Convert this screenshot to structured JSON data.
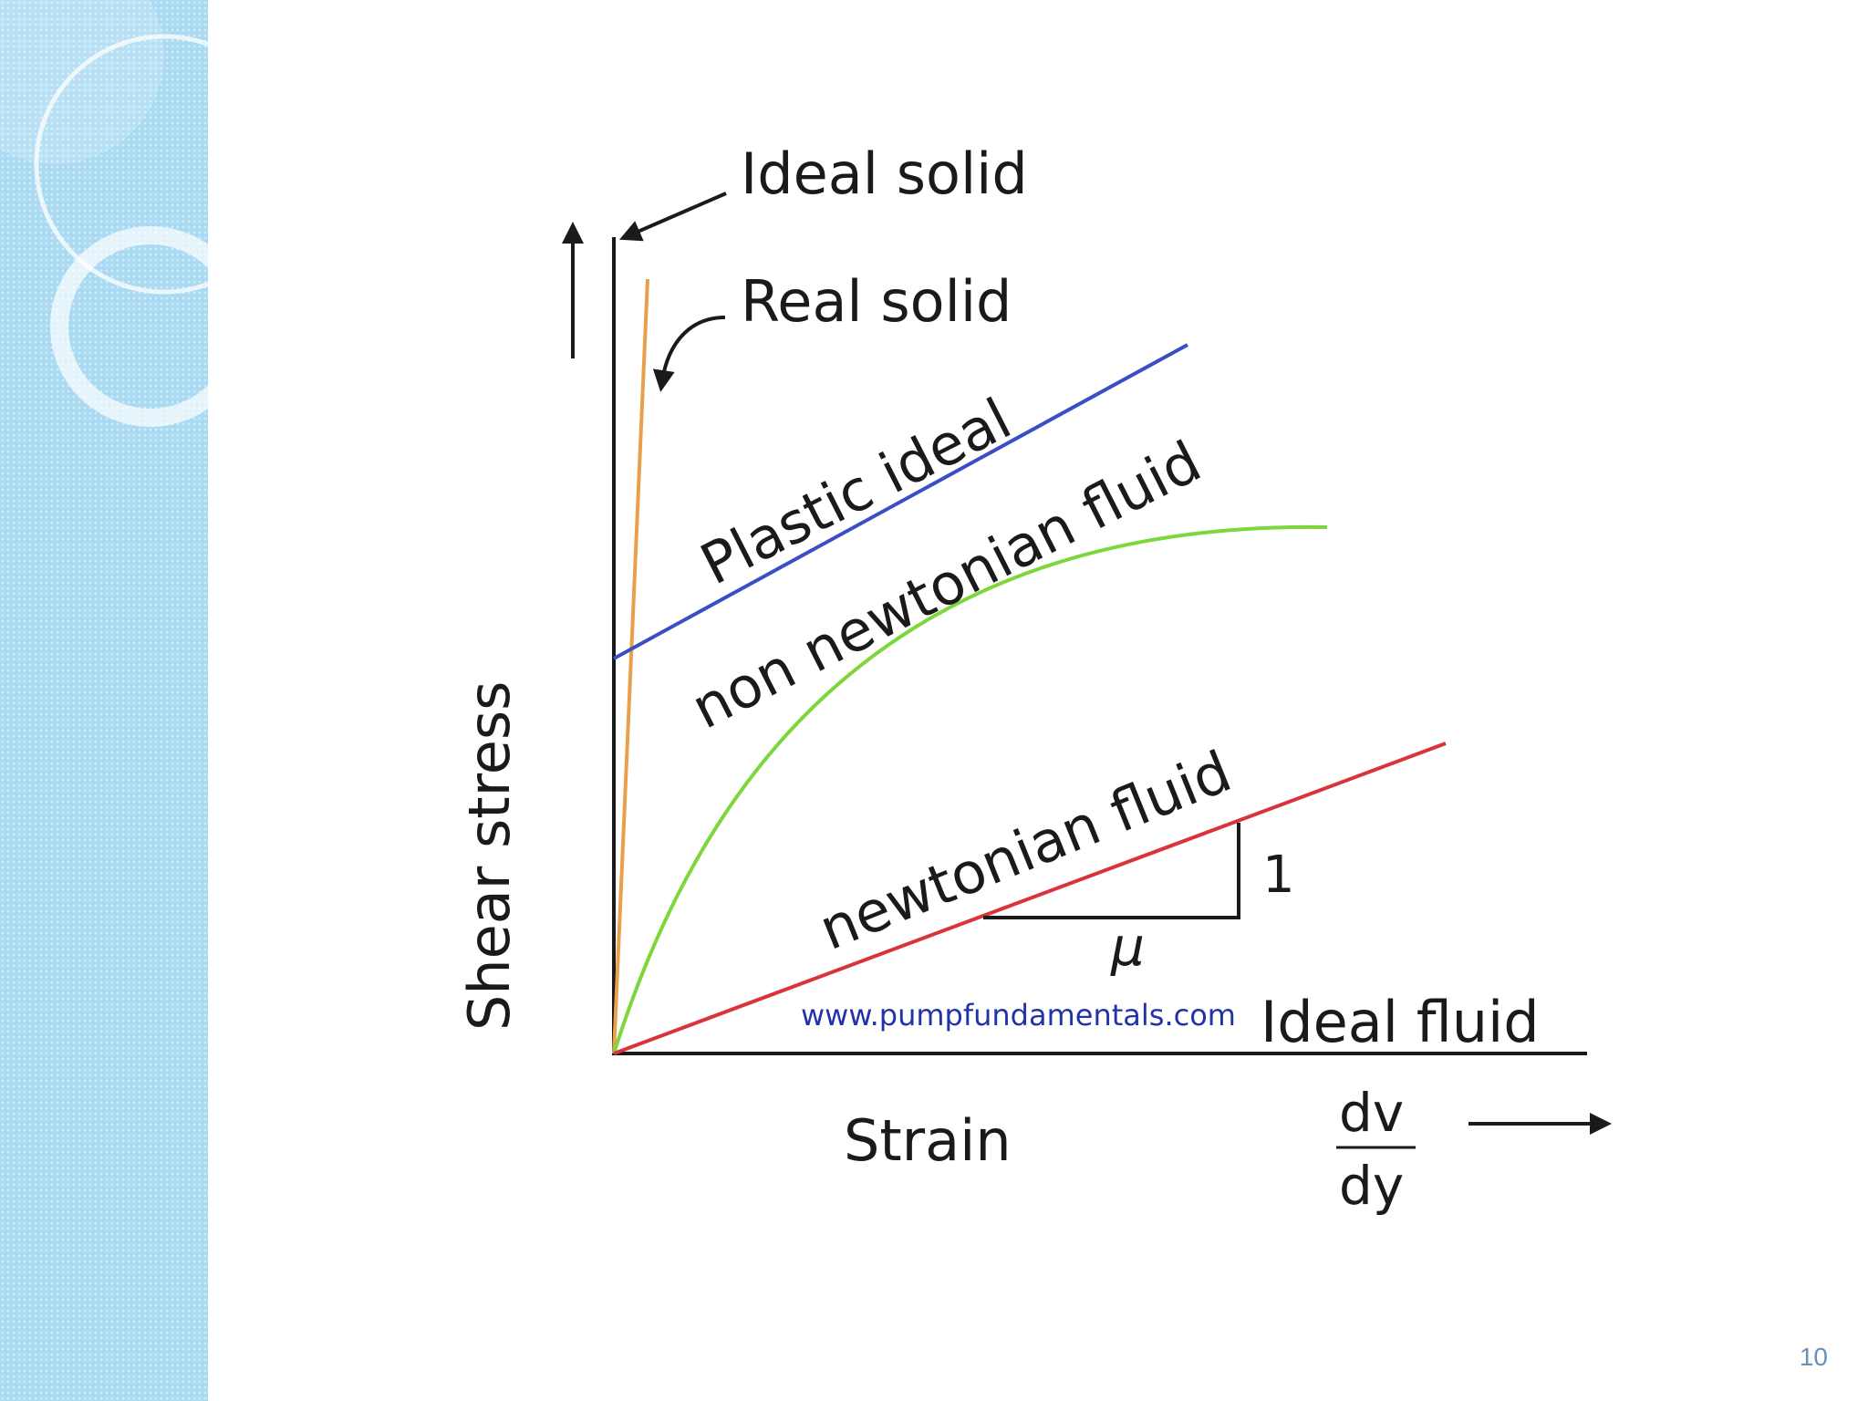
{
  "slide": {
    "number": "10",
    "accent_color": "#a9daf2"
  },
  "diagram": {
    "axes": {
      "y_label": "Shear stress",
      "x_label": "Strain",
      "x_fraction_numerator": "dv",
      "x_fraction_denominator": "dy"
    },
    "curves": [
      {
        "id": "ideal-solid",
        "label": "Ideal solid",
        "color": "#1a1a1a"
      },
      {
        "id": "real-solid",
        "label": "Real solid",
        "color": "#e8a04a"
      },
      {
        "id": "plastic-ideal",
        "label": "Plastic ideal",
        "color": "#3b4fc4"
      },
      {
        "id": "non-newtonian",
        "label": "non newtonian fluid",
        "color": "#7dd63a"
      },
      {
        "id": "newtonian",
        "label": "newtonian fluid",
        "color": "#d9333c"
      },
      {
        "id": "ideal-fluid",
        "label": "Ideal fluid",
        "color": "#1a1a1a"
      }
    ],
    "slope_triangle": {
      "rise_label": "1",
      "run_label": "μ"
    },
    "watermark": "www.pumpfundamentals.com",
    "watermark_color": "#2233aa"
  }
}
